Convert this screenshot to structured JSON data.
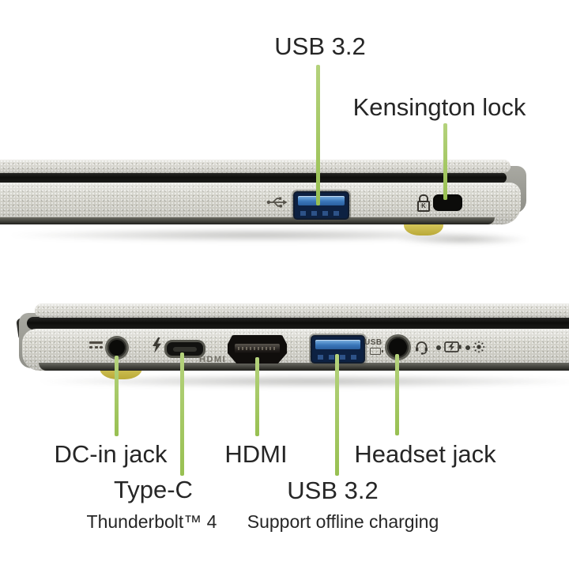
{
  "page": {
    "description": "Annotated side-view product diagram of laptop ports, two views with green callout lines",
    "background": "#ffffff"
  },
  "colors": {
    "accent_green": "#a3c763",
    "chassis_gray": "#d3d2ca",
    "seam_black": "#131311",
    "usb_port_blue": "#3a77ba",
    "foot_yellow": "#cdbf4e",
    "label_text": "#262626"
  },
  "top_view": {
    "callouts": [
      {
        "label": "USB 3.2"
      },
      {
        "label": "Kensington lock"
      }
    ]
  },
  "bottom_view": {
    "callouts": [
      {
        "label": "DC-in jack"
      },
      {
        "label": "Type-C",
        "sublabel": "Thunderbolt™ 4"
      },
      {
        "label": "HDMI"
      },
      {
        "label": "USB 3.2",
        "sublabel": "Support offline charging"
      },
      {
        "label": "Headset jack"
      }
    ],
    "engravings": {
      "hdmi": "HDMI",
      "usb_charging": "USB",
      "kensington_letter": "K"
    }
  },
  "icons": {
    "usb_trident_icon": "USB trident symbol",
    "kensington_lock_icon": "K padlock",
    "dc_power_icon": "⎓",
    "thunderbolt_icon": "lightning bolt",
    "headset_icon": "headphones with mic",
    "battery_charging_icon": "battery with bolt",
    "power_indicator_icon": "sun / indicator",
    "led_indicator": "dot"
  }
}
